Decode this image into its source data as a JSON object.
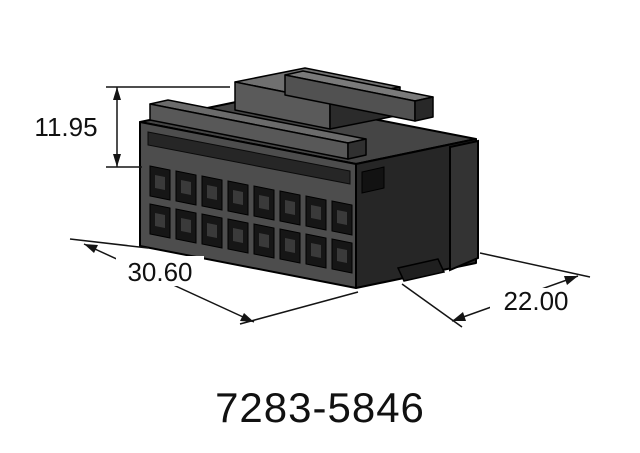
{
  "figure": {
    "type": "technical-drawing",
    "subject": "multi-cavity electrical connector housing",
    "part_number": "7283-5846",
    "dimensions": {
      "height": "11.95",
      "width": "30.60",
      "depth": "22.00"
    }
  },
  "style": {
    "background": "#ffffff",
    "line_color": "#141414",
    "text_color": "#111111",
    "body_front": "#4d4d4d",
    "body_side": "#262626",
    "body_top": "#454545",
    "cavity": "#161616"
  }
}
